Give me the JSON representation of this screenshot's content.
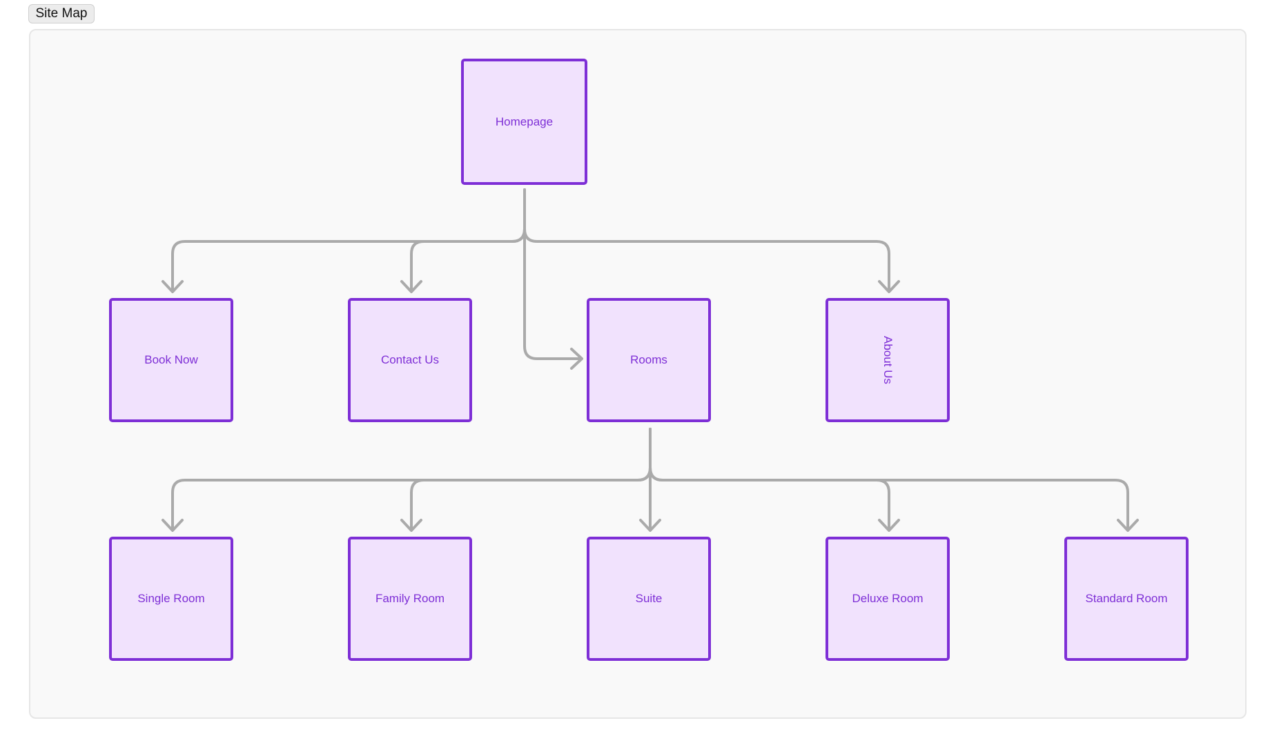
{
  "header": {
    "tab_label": "Site Map"
  },
  "theme": {
    "node_border": "#7e2fd6",
    "node_fill": "#f1e2fd",
    "node_text": "#7e2fd6",
    "connector": "#aaaaaa",
    "canvas_bg": "#f9f9f9"
  },
  "sitemap": {
    "root": "Homepage",
    "level1": [
      "Book Now",
      "Contact Us",
      "Rooms",
      "About Us"
    ],
    "level2": [
      "Single Room",
      "Family Room",
      "Suite",
      "Deluxe Room",
      "Standard Room"
    ]
  }
}
